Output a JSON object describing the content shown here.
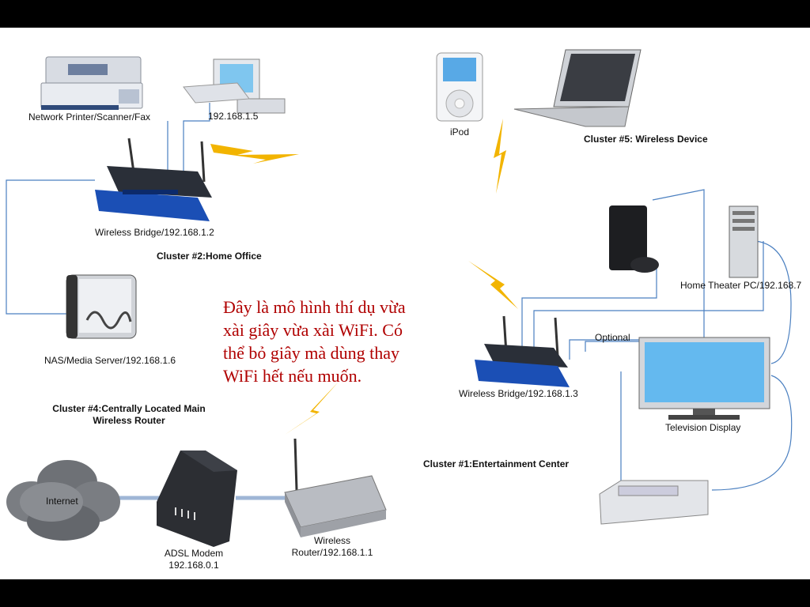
{
  "labels": {
    "network_printer": "Network Printer/Scanner/Fax",
    "desktop_pc": "192.168.1.5",
    "wireless_bridge_office": "Wireless Bridge/192.168.1.2",
    "cluster2": "Cluster #2:Home Office",
    "nas": "NAS/Media Server/192.168.1.6",
    "cluster4_line1": "Cluster #4:Centrally Located Main",
    "cluster4_line2": "Wireless Router",
    "internet": "Internet",
    "adsl_line1": "ADSL Modem",
    "adsl_line2": "192.168.0.1",
    "router_line1": "Wireless",
    "router_line2": "Router/192.168.1.1",
    "ipod": "iPod",
    "cluster5": "Cluster #5: Wireless Device",
    "home_theater_pc": "Home Theater PC/192.168.7",
    "optional": "Optional",
    "wireless_bridge_ent": "Wireless Bridge/192.168.1.3",
    "tv": "Television Display",
    "cluster1": "Cluster #1:Entertainment Center"
  },
  "annotation": {
    "line1": "Đây là mô hình thí dụ vừa",
    "line2": "xài giây vừa xài WiFi. Có",
    "line3": "thể bỏ giây mà dùng thay",
    "line4": "WiFi hết nếu muốn."
  },
  "colors": {
    "page_bg": "#000000",
    "canvas_bg": "#ffffff",
    "annotation_text": "#b00000",
    "wire_blue": "#4a7fc0",
    "wire_grey": "#555555",
    "linksys_blue": "#1b4fb5",
    "wifi_bolt": "#f2b400"
  },
  "icons": [
    "printer-icon",
    "desktop-computer-icon",
    "router-icon",
    "nas-icon",
    "cloud-icon",
    "modem-icon",
    "ipod-icon",
    "laptop-icon",
    "game-console-icon",
    "tower-pc-icon",
    "tv-icon",
    "set-top-box-icon",
    "wifi-bolt-icon"
  ]
}
